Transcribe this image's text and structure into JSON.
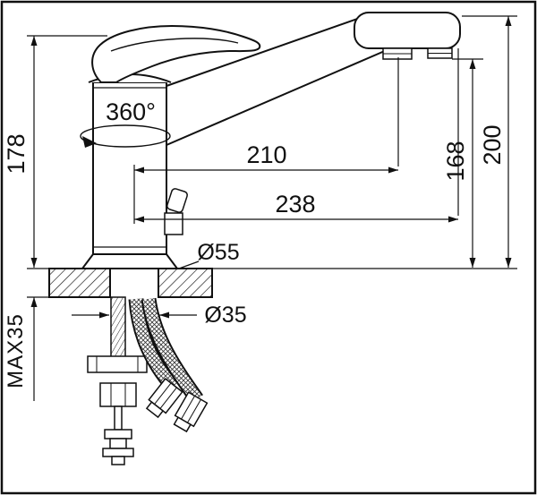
{
  "labels": {
    "height_178": "178",
    "swivel_360": "360°",
    "reach_210": "210",
    "reach_238": "238",
    "height_168": "168",
    "height_200": "200",
    "base_dia": "Ø55",
    "hole_dia": "Ø35",
    "max_deck": "MAX35"
  }
}
